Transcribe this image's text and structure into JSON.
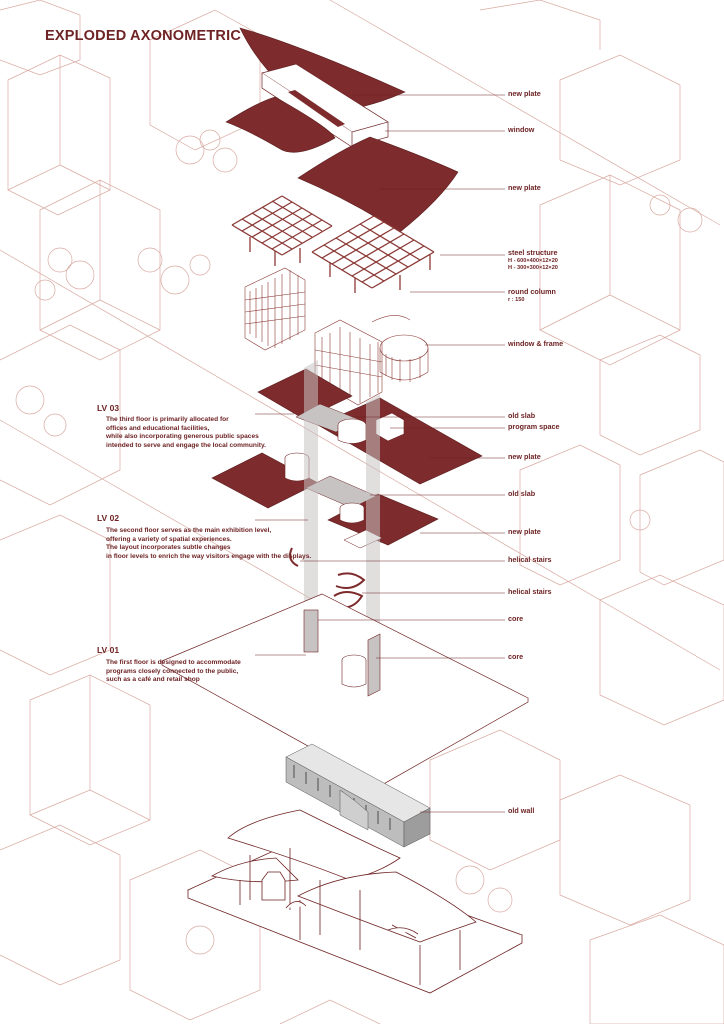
{
  "title": "EXPLODED AXONOMETRIC",
  "colors": {
    "accent": "#6e2324",
    "plate": "#7d2b2c",
    "line": "#c98a80",
    "core": "#c8c3c3",
    "wall": "#bdbdbd"
  },
  "labels": [
    {
      "text": "new plate"
    },
    {
      "text": "window"
    },
    {
      "text": "new plate"
    },
    {
      "text": "steel structure",
      "sub": [
        "H - 600×400×12×20",
        "H - 300×300×12×20"
      ]
    },
    {
      "text": "round column",
      "sub": [
        "r : 150"
      ]
    },
    {
      "text": "window & frame"
    },
    {
      "text": "old slab"
    },
    {
      "text": "program space"
    },
    {
      "text": "new plate"
    },
    {
      "text": "old slab"
    },
    {
      "text": "new plate"
    },
    {
      "text": "helical stairs"
    },
    {
      "text": "helical stairs"
    },
    {
      "text": "core"
    },
    {
      "text": "core"
    },
    {
      "text": "old wall"
    }
  ],
  "levels": [
    {
      "title": "LV 03",
      "desc": [
        "The third floor is primarily allocated for",
        "offices and educational facilities,",
        "while also incorporating generous public spaces",
        "intended to serve and engage the local community."
      ]
    },
    {
      "title": "LV 02",
      "desc": [
        "The second floor serves as the main exhibition level,",
        "offering a variety of spatial experiences.",
        "The layout incorporates subtle changes",
        "in floor levels to enrich the way visitors engage with the displays."
      ]
    },
    {
      "title": "LV 01",
      "desc": [
        "The first floor is designed to accommodate",
        "programs closely connected to the public,",
        "such as a café and retail shop"
      ]
    }
  ]
}
